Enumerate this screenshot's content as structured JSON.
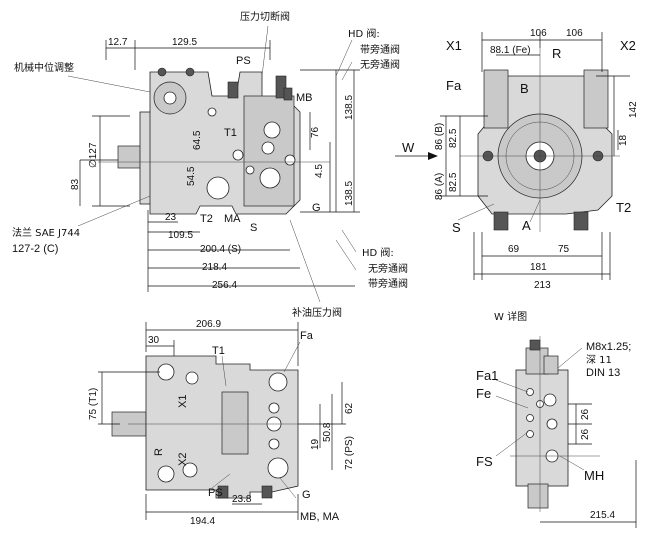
{
  "front_view": {
    "top_label": "压力切断阀",
    "hd_top": "HD 阀:",
    "hd_top_with": "带旁通阀",
    "hd_top_without": "无旁通阀",
    "adjust_label": "机械中位调整",
    "flange_label": "法兰 SAE J744",
    "flange_label2": "127-2 (C)",
    "hd_bottom": "HD 阀:",
    "hd_bottom_without": "无旁通阀",
    "hd_bottom_with": "带旁通阀",
    "pressure_label": "补油压力阀",
    "dims": {
      "d12_7": "12.7",
      "d129_5": "129.5",
      "d127": "∅127",
      "d83": "83",
      "d23": "23",
      "d109_5": "109.5",
      "d200_4": "200.4 (S)",
      "d218_4": "218.4",
      "d256_4": "256.4",
      "d64_5": "64.5",
      "d54_5": "54.5",
      "d76": "76",
      "d4_5": "4.5",
      "d138_5a": "138.5",
      "d138_5b": "138.5"
    },
    "ports": {
      "ps": "PS",
      "mb": "MB",
      "t1": "T1",
      "t2": "T2",
      "ma": "MA",
      "s": "S",
      "g": "G"
    }
  },
  "side_view": {
    "x1": "X1",
    "x2": "X2",
    "r": "R",
    "b": "B",
    "fa": "Fa",
    "w": "W",
    "s": "S",
    "a": "A",
    "t2": "T2",
    "dims": {
      "d106a": "106",
      "d106b": "106",
      "d88_1": "88.1 (Fe)",
      "d142": "142",
      "d18": "18",
      "d82_5a": "82.5",
      "d82_5b": "82.5",
      "d86b": "86 (B)",
      "d86a": "86 (A)",
      "d69": "69",
      "d75": "75",
      "d181": "181",
      "d213": "213"
    }
  },
  "top_view": {
    "t1": "T1",
    "fa": "Fa",
    "x1": "X1",
    "x2": "X2",
    "r": "R",
    "ps": "PS",
    "g": "G",
    "mbma": "MB, MA",
    "dims": {
      "d206_9": "206.9",
      "d30": "30",
      "d75t1": "75 (T1)",
      "d62": "62",
      "d50_8": "50.8",
      "d19": "19",
      "d72ps": "72 (PS)",
      "d23_8": "23.8",
      "d194_4": "194.4"
    }
  },
  "detail_w": {
    "title": "W 详图",
    "note1": "M8x1.25;",
    "note2": "深 11",
    "note3": "DIN 13",
    "fa1": "Fa1",
    "fe": "Fe",
    "fs": "FS",
    "mh": "MH",
    "dims": {
      "d26a": "26",
      "d26b": "26",
      "d215_4": "215.4"
    }
  }
}
